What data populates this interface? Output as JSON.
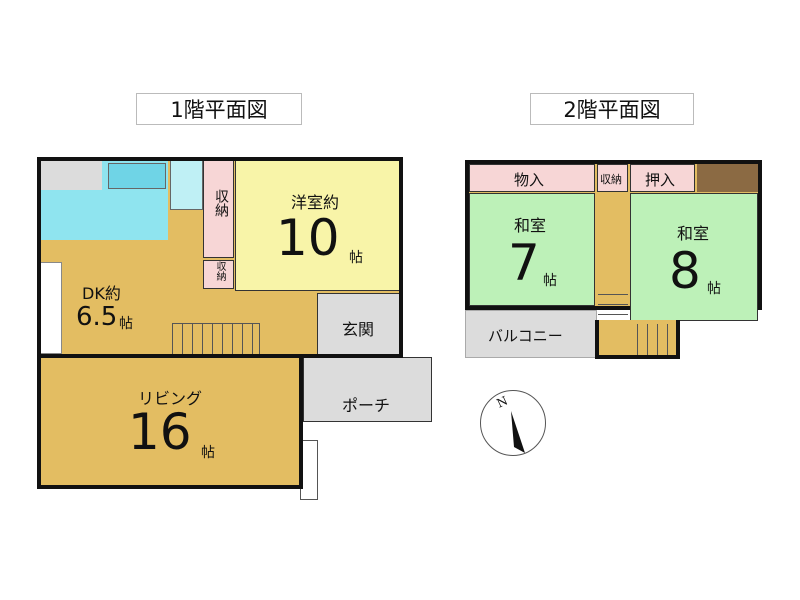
{
  "floor1": {
    "title": "1階平面図",
    "rooms": {
      "western": {
        "label": "洋室約",
        "size": "10",
        "unit": "帖"
      },
      "storage_large": "収納",
      "storage_small": "収納",
      "dk": {
        "label": "DK約",
        "size": "6.5",
        "unit": "帖"
      },
      "living": {
        "label": "リビング",
        "size": "16",
        "unit": "帖"
      },
      "entrance": "玄関",
      "porch": "ポーチ"
    }
  },
  "floor2": {
    "title": "2階平面図",
    "rooms": {
      "closet1": "物入",
      "storage": "収納",
      "closet2": "押入",
      "japanese7": {
        "label": "和室",
        "size": "7",
        "unit": "帖"
      },
      "japanese8": {
        "label": "和室",
        "size": "8",
        "unit": "帖"
      },
      "balcony": "バルコニー"
    }
  },
  "compass": {
    "north": "N"
  },
  "colors": {
    "yellow": "#f8f4a8",
    "orange": "#e3bd62",
    "blue": "#8fe4ef",
    "pink": "#f7d6d6",
    "green": "#bdf1b8",
    "gray": "#dcdcdc",
    "brown": "#8b6a43"
  }
}
